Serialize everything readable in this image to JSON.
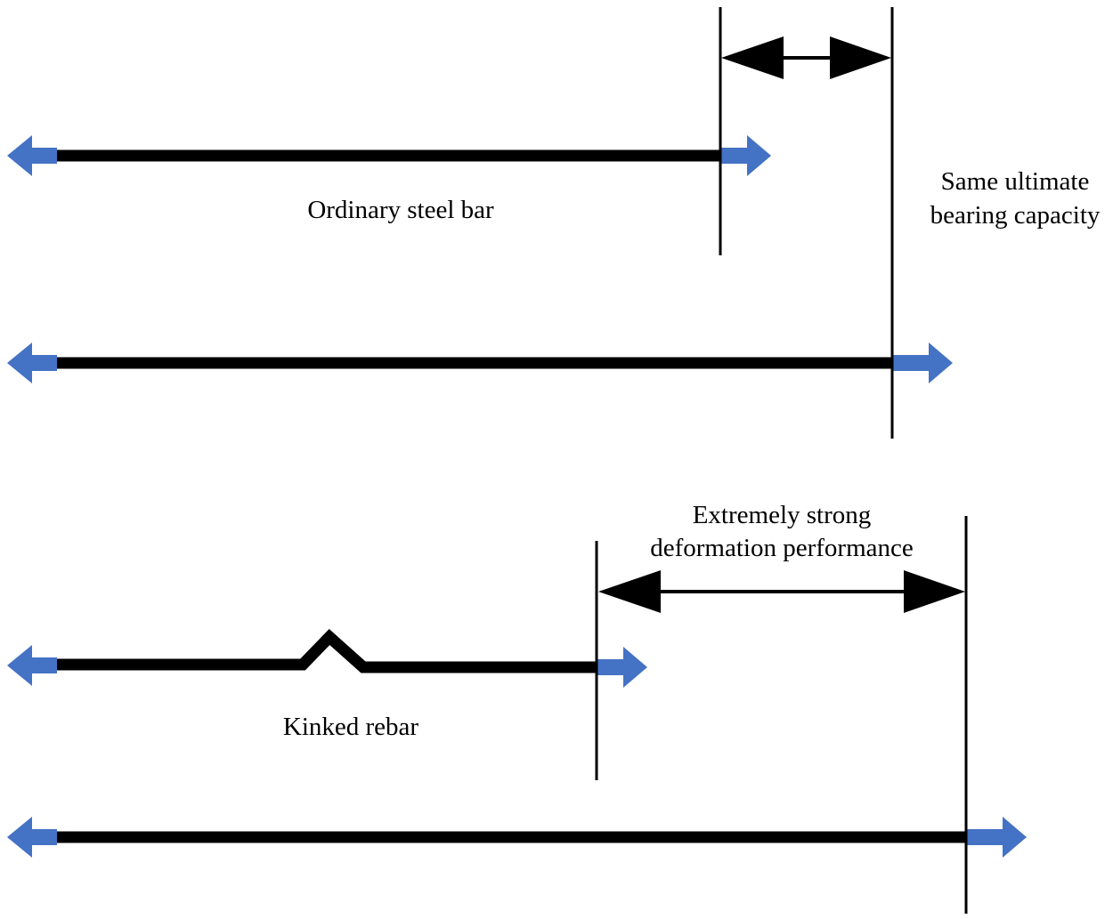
{
  "colors": {
    "bar": "#000000",
    "force_arrow": "#4472C4",
    "background": "#ffffff"
  },
  "labels": {
    "ordinary_bar": "Ordinary steel bar",
    "same_capacity_line1": "Same ultimate",
    "same_capacity_line2": "bearing capacity",
    "deformation_line1": "Extremely strong",
    "deformation_line2": "deformation performance",
    "kinked_bar": "Kinked rebar"
  }
}
